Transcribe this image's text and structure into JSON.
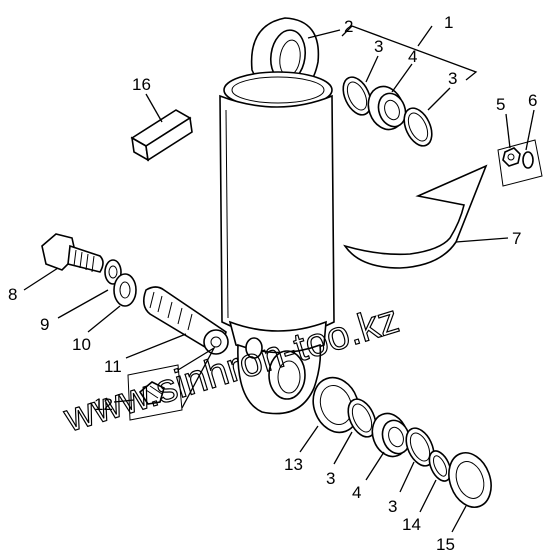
{
  "diagram": {
    "callouts": [
      {
        "id": "c1",
        "text": "1"
      },
      {
        "id": "c2",
        "text": "2"
      },
      {
        "id": "c3a",
        "text": "3"
      },
      {
        "id": "c4a",
        "text": "4"
      },
      {
        "id": "c3b",
        "text": "3"
      },
      {
        "id": "c5",
        "text": "5"
      },
      {
        "id": "c6",
        "text": "6"
      },
      {
        "id": "c7",
        "text": "7"
      },
      {
        "id": "c8",
        "text": "8"
      },
      {
        "id": "c9",
        "text": "9"
      },
      {
        "id": "c10",
        "text": "10"
      },
      {
        "id": "c11",
        "text": "11"
      },
      {
        "id": "c12",
        "text": "12"
      },
      {
        "id": "c13",
        "text": "13"
      },
      {
        "id": "c3c",
        "text": "3"
      },
      {
        "id": "c4b",
        "text": "4"
      },
      {
        "id": "c3d",
        "text": "3"
      },
      {
        "id": "c14",
        "text": "14"
      },
      {
        "id": "c15",
        "text": "15"
      },
      {
        "id": "c16",
        "text": "16"
      }
    ],
    "watermark": "www.sinhron-too.kz"
  }
}
